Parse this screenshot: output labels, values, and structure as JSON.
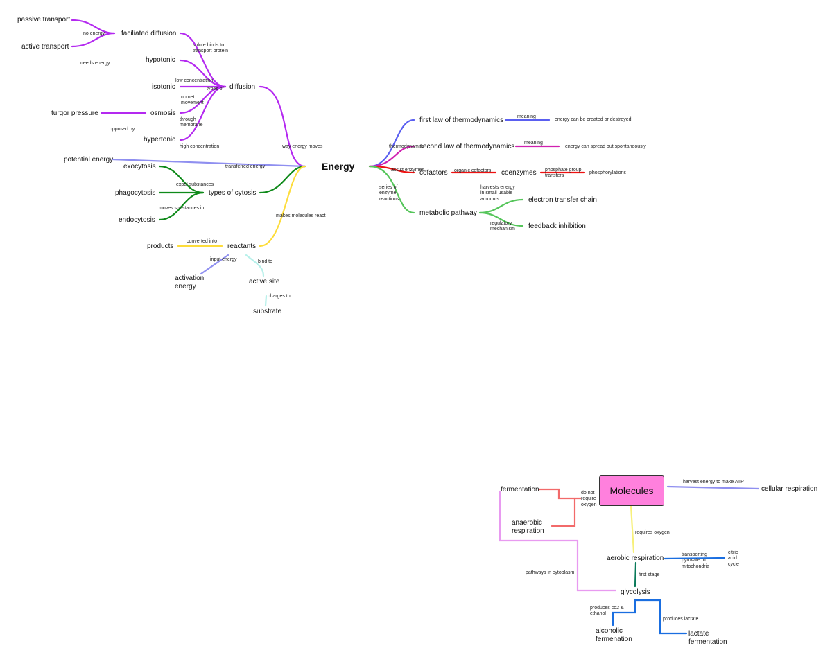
{
  "map1": {
    "central": "Energy",
    "nodes": {
      "passive_transport": "passive transport",
      "active_transport": "active transport",
      "faciliated_diffusion": "faciliated diffusion",
      "hypotonic": "hypotonic",
      "isotonic": "isotonic",
      "osmosis": "osmosis",
      "turgor_pressure": "turgor pressure",
      "hypertonic": "hypertonic",
      "diffusion": "diffusion",
      "potential_energy": "potential energy",
      "exocytosis": "exocytosis",
      "phagocytosis": "phagocytosis",
      "endocytosis": "endocytosis",
      "types_of_cytosis": "types of cytosis",
      "products": "products",
      "reactants": "reactants",
      "activation_energy": "activation energy",
      "active_site": "active site",
      "substrate": "substrate",
      "first_law": "first law of thermodynamics",
      "second_law": "second law of thermodynamics",
      "cofactors": "cofactors",
      "coenzymes": "coenzymes",
      "metabolic_pathway": "metabolic pathway",
      "electron_transfer_chain": "electron transfer chain",
      "feedback_inhibition": "feedback inhibition",
      "energy_created_destroyed": "energy can be created or destroyed",
      "energy_spread": "energy can spread out spontaneously",
      "phosphorylations": "phosphorylations"
    },
    "labels": {
      "no_energy": "no energy",
      "needs_energy": "needs energy",
      "solute_binds": "solute binds to transport protein",
      "low_concentration": "low concentration",
      "types_of": "types of",
      "no_net_movement": "no net movement",
      "through_membrane": "through membrane",
      "opposed_by": "opposed by",
      "high_concentration": "high concentration",
      "way_energy_moves": "way energy moves",
      "transferred_energy": "transferred energy",
      "expel_substances": "expel substances",
      "moves_substances_in": "moves substances in",
      "makes_molecules_react": "makes molecules react",
      "converted_into": "converted into",
      "input_energy": "input energy",
      "bind_to": "bind to",
      "charges_to": "charges to",
      "meaning_1": "meaning",
      "meaning_2": "meaning",
      "thermodynamics": "thermodynamics",
      "assist_enzymes": "assist enzymes",
      "organic_cofactors": "organic cofactors",
      "phosphate_group_transfers": "phosphate group transfers",
      "series_of_enzyme_reactions": "series of enzyme reactions",
      "harvests_energy": "harvests energy in small usable amounts",
      "regulatory_mechanism": "regulatory mechanism"
    }
  },
  "map2": {
    "central": "Molecules",
    "central_color": "#ff80dd",
    "nodes": {
      "fermentation": "fermentation",
      "anaerobic_respiration": "anaerobic respiration",
      "cellular_respiration": "cellular respiration",
      "aerobic_respiration": "aerobic respiration",
      "citric_acid_cycle": "citric acid cycle",
      "glycolysis": "glycolysis",
      "alcoholic_fermenation": "alcoholic fermenation",
      "lactate_fermentation": "lactate fermentation"
    },
    "labels": {
      "do_not_require_oxygen": "do not require oxygen",
      "harvest_energy_atp": "harvest energy to make ATP",
      "requires_oxygen": "requires oxygen",
      "transporting_pyruvate": "transporting pyruvate to mitochondria",
      "first_stage": "first stage",
      "pathways_in_cytoplasm": "pathways in cytoplasm",
      "produces_co2_ethanol": "produces co2 & ethanol",
      "produces_lactate": "produces lactate"
    }
  },
  "colors": {
    "purple": "#b429f0",
    "periwinkle": "#8f8ff0",
    "green": "#0f8a1a",
    "yellow": "#fddc3a",
    "cyan": "#b7f0ea",
    "blue": "#5a5ff0",
    "magenta": "#d020b0",
    "red": "#ee1111",
    "lightgreen": "#55c55a",
    "salmon": "#f26a6a",
    "lilac": "#e89af0",
    "paleyellow": "#f7f07a",
    "teal": "#0a7a5a",
    "azure": "#1a6ee0"
  }
}
